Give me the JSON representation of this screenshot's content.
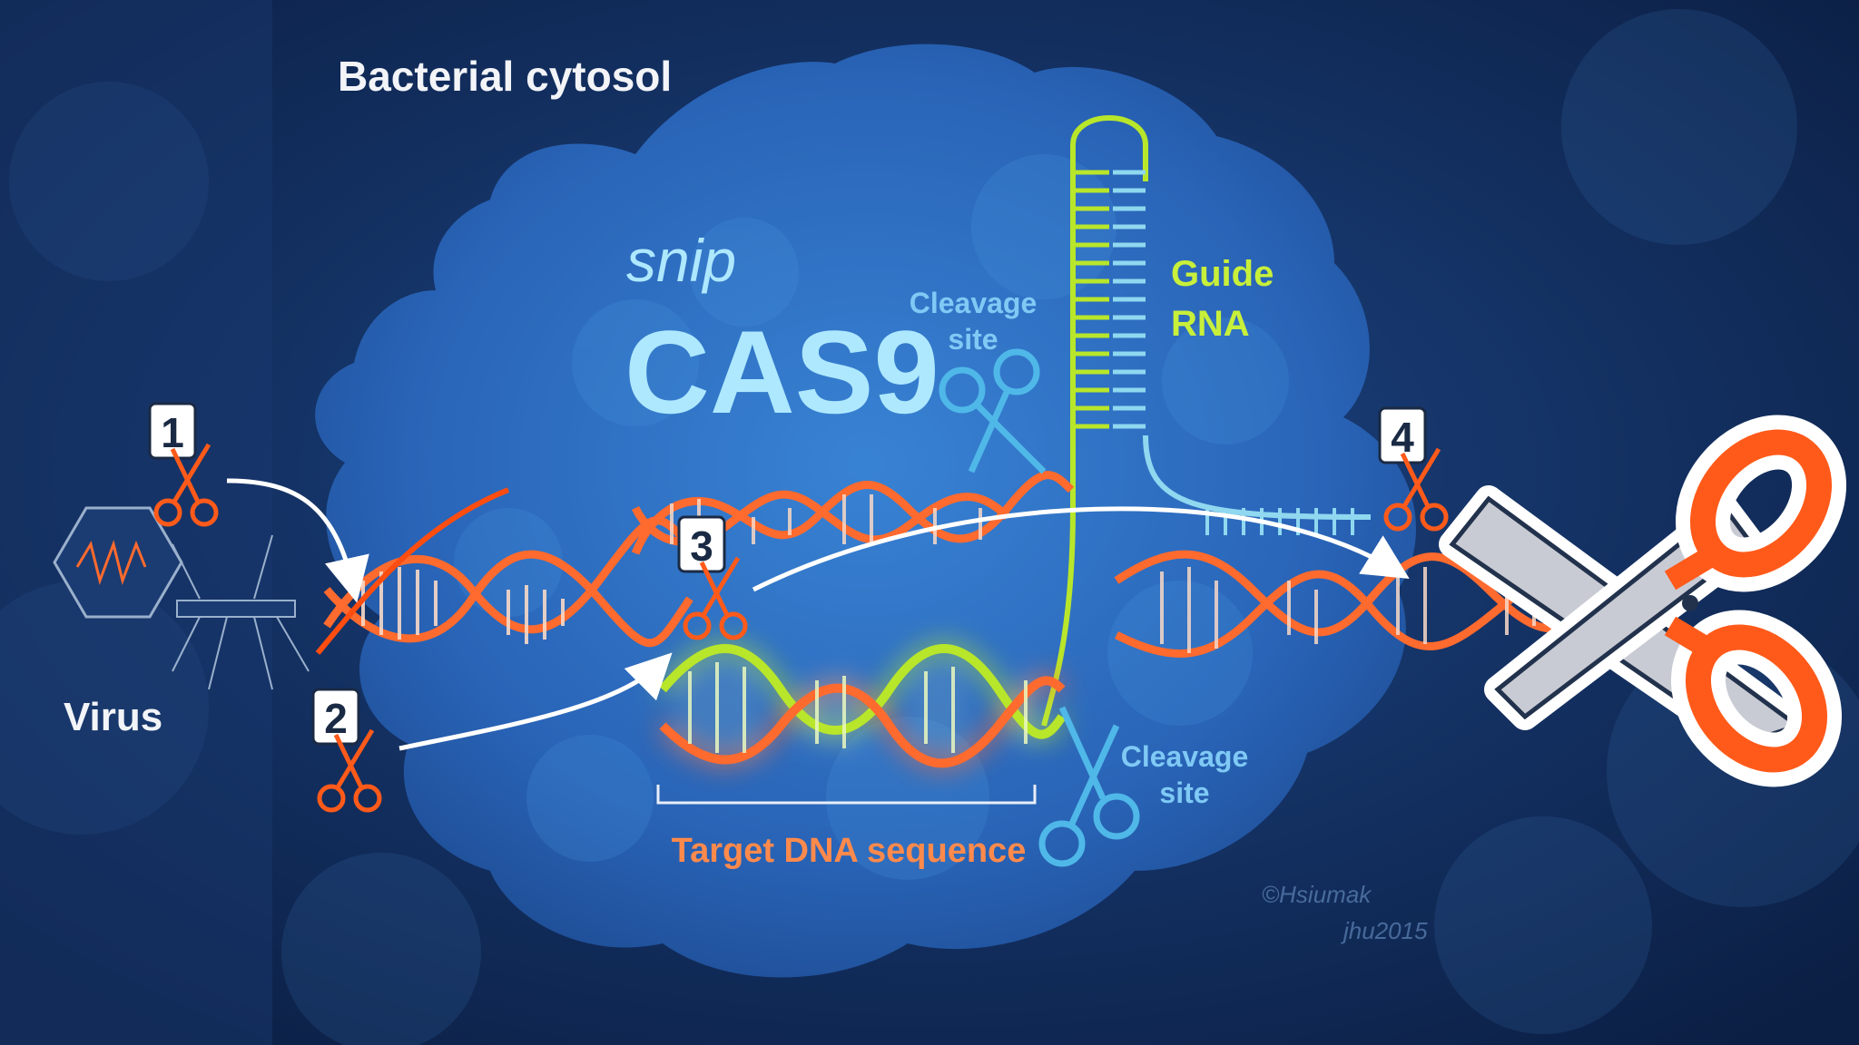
{
  "labels": {
    "bacterial_cytosol": "Bacterial cytosol",
    "snip": "snip",
    "cas9": "CAS9",
    "cleavage_site_top_line1": "Cleavage",
    "cleavage_site_top_line2": "site",
    "guide_rna_line1": "Guide",
    "guide_rna_line2": "RNA",
    "virus": "Virus",
    "target_dna": "Target DNA sequence",
    "cleavage_site_bottom_line1": "Cleavage",
    "cleavage_site_bottom_line2": "site",
    "signature_line1": "©Hsiumak",
    "signature_line2": "jhu2015"
  },
  "steps": [
    "1",
    "2",
    "3",
    "4"
  ],
  "colors": {
    "background": "#0f2a57",
    "protein": "#2b6fc4",
    "dna_orange": "#ff6a2e",
    "rna_green": "#b8e62a",
    "rna_cyan": "#8fd8f0",
    "scissors_blue": "#4fb8e8",
    "scissors_orange": "#ff5a1a",
    "white": "#ffffff"
  },
  "icons": [
    "virus-icon",
    "scissors-icon",
    "dna-helix-icon",
    "guide-rna-icon"
  ]
}
